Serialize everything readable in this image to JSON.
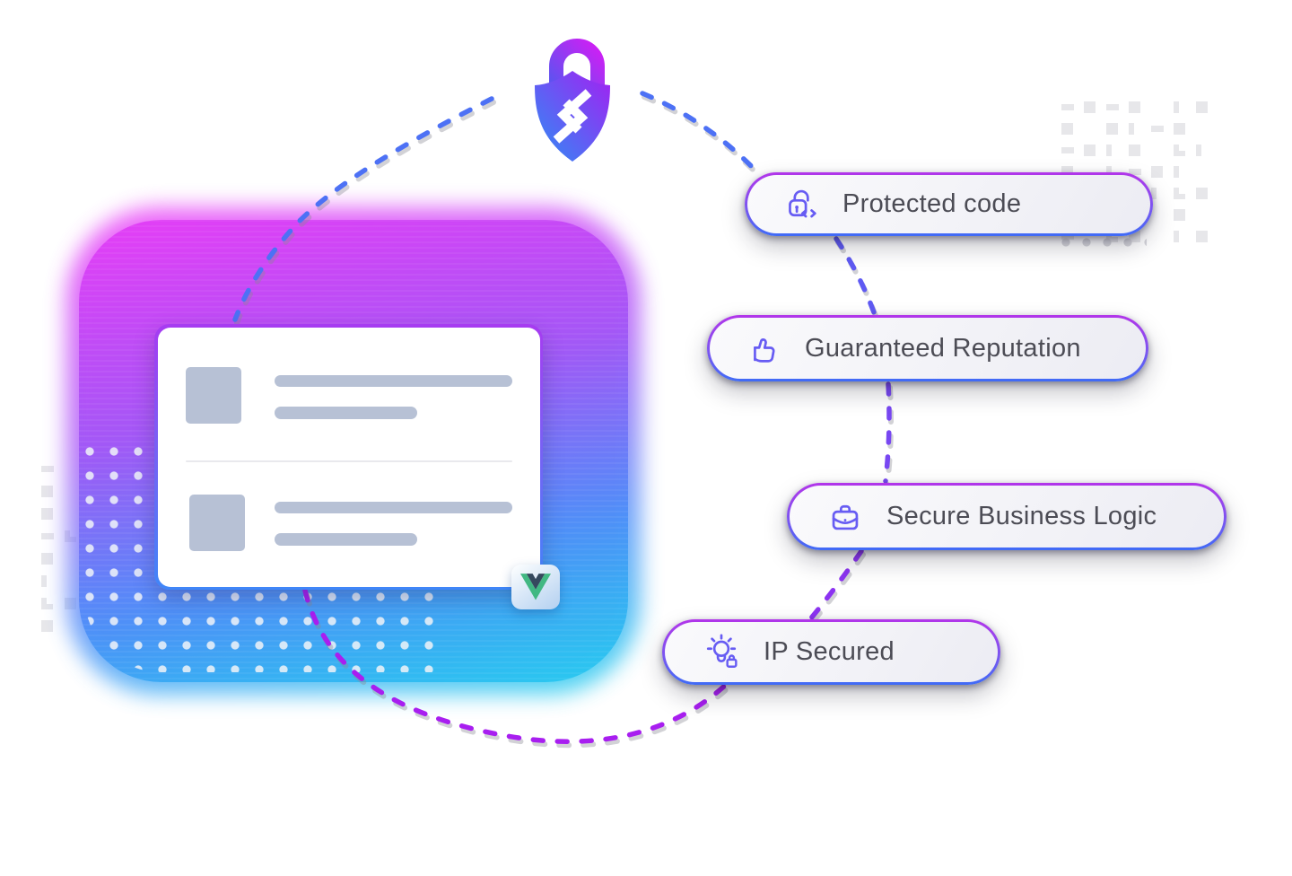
{
  "hero": {
    "icon": "shield-lock-icon"
  },
  "features": [
    {
      "id": "protected-code",
      "label": "Protected code",
      "icon": "lock-code-icon"
    },
    {
      "id": "guaranteed-reputation",
      "label": "Guaranteed Reputation",
      "icon": "thumbs-up-icon"
    },
    {
      "id": "secure-business-logic",
      "label": "Secure Business Logic",
      "icon": "briefcase-icon"
    },
    {
      "id": "ip-secured",
      "label": "IP Secured",
      "icon": "lightbulb-lock-icon"
    }
  ],
  "badge": {
    "icon": "vuejs-logo"
  },
  "colors": {
    "accent_magenta": "#d83df3",
    "accent_purple": "#a855f7",
    "accent_blue": "#3f6bf6",
    "accent_cyan": "#2fc6f0",
    "icon_indigo": "#675cf3",
    "pill_text": "#4c4c55",
    "placeholder_gray": "#b7c1d5",
    "vue_green": "#41b883",
    "vue_navy": "#35495e"
  }
}
